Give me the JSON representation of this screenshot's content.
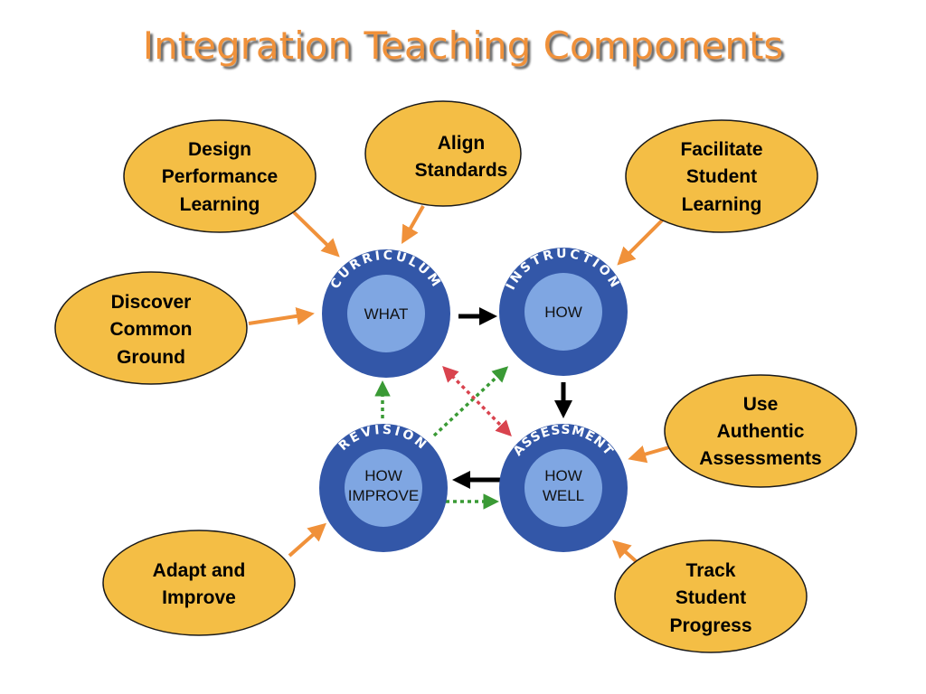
{
  "title": "Integration Teaching Components",
  "colors": {
    "title": "#F0913A",
    "bubble": "#F4BE45",
    "ring": "#3357A8",
    "core": "#7FA6E2",
    "green": "#3A9A35",
    "red": "#D9434E"
  },
  "cycle": {
    "curriculum": {
      "label": "CURRICULUM",
      "lines": [
        "WHAT"
      ]
    },
    "instruction": {
      "label": "INSTRUCTION",
      "lines": [
        "HOW"
      ]
    },
    "assessment": {
      "label": "ASSESSMENT",
      "lines": [
        "HOW",
        "WELL"
      ]
    },
    "revision": {
      "label": "REVISION",
      "lines": [
        "HOW",
        "IMPROVE"
      ]
    }
  },
  "bubbles": {
    "design": [
      "Design",
      "Performance",
      "Learning"
    ],
    "align": [
      "Align",
      "Standards"
    ],
    "facilitate": [
      "Facilitate",
      "Student",
      "Learning"
    ],
    "discover": [
      "Discover",
      "Common",
      "Ground"
    ],
    "authentic": [
      "Use",
      "Authentic",
      "Assessments"
    ],
    "adapt": [
      "Adapt and",
      "Improve"
    ],
    "track": [
      "Track",
      "Student",
      "Progress"
    ]
  }
}
